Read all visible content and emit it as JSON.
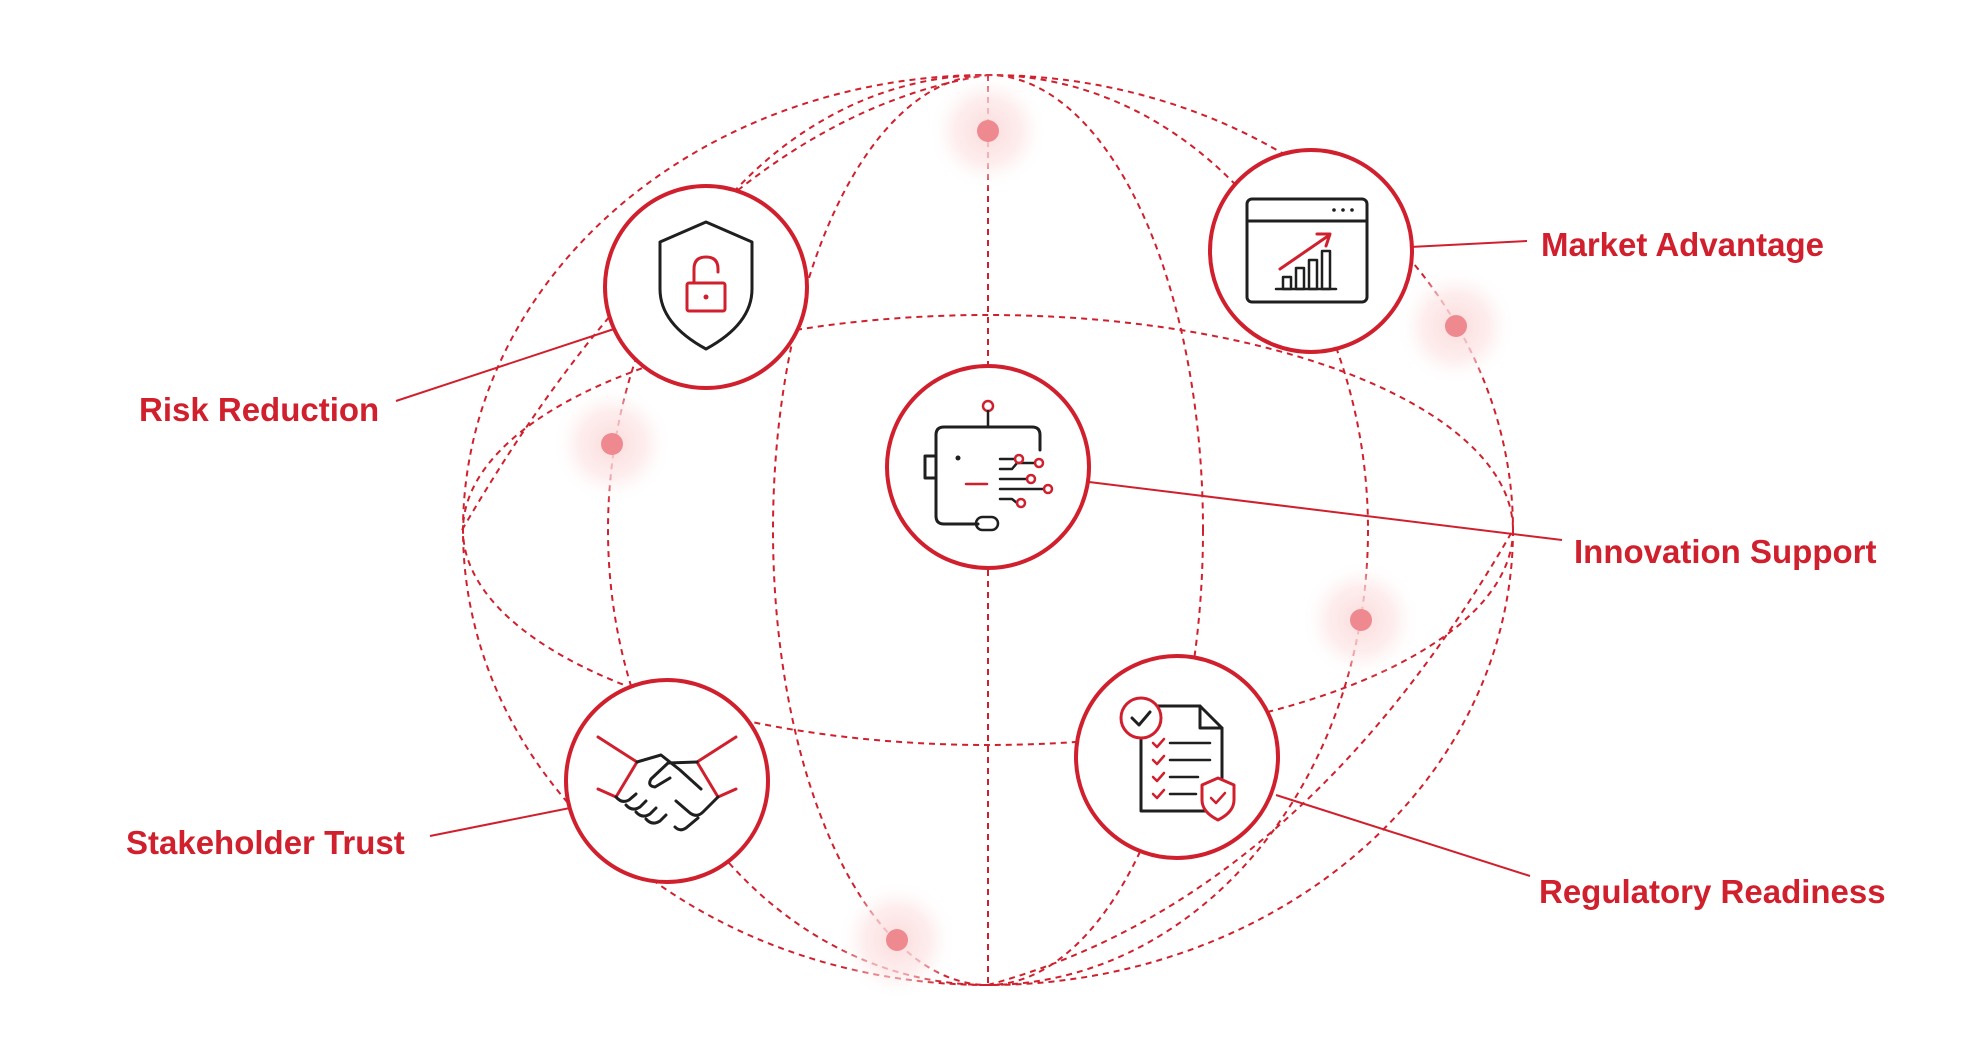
{
  "colors": {
    "accent": "#d0202e",
    "dot": "#ee8a8f",
    "glow": "#fdecec",
    "icon_dark": "#1f1f1f",
    "background": "#ffffff"
  },
  "nodes": [
    {
      "key": "market",
      "label": "Market Advantage",
      "icon": "browser-growth-chart-icon"
    },
    {
      "key": "risk",
      "label": "Risk Reduction",
      "icon": "shield-unlocked-padlock-icon"
    },
    {
      "key": "innovation",
      "label": "Innovation Support",
      "icon": "robot-head-circuit-icon"
    },
    {
      "key": "stakeholder",
      "label": "Stakeholder Trust",
      "icon": "handshake-icon"
    },
    {
      "key": "regulatory",
      "label": "Regulatory Readiness",
      "icon": "checklist-document-shield-icon"
    }
  ]
}
